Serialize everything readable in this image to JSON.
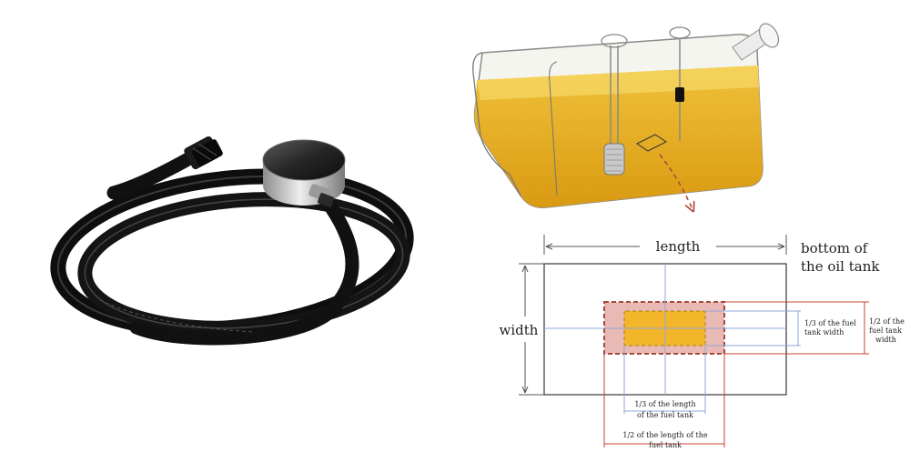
{
  "diagram": {
    "labels": {
      "length": "length",
      "width": "width",
      "bottom_line1": "bottom of",
      "bottom_line2": "the oil tank",
      "third_width_line1": "1/3 of the fuel",
      "third_width_line2": "tank width",
      "half_width_line1": "1/2 of the",
      "half_width_line2": "fuel tank",
      "half_width_line3": "width",
      "third_length_line1": "1/3 of the length",
      "third_length_line2": "of the fuel tank",
      "half_length_line1": "1/2 of the length of the",
      "half_length_line2": "fuel tank"
    },
    "colors": {
      "fuel": "#f3b52a",
      "fuel_light": "#f7d35c",
      "zone_outer": "#e7b9b6",
      "zone_border": "#a34a3a",
      "arrow": "#b0463a",
      "guide_blue": "#8fa6d8",
      "dim_red": "#c8432f"
    }
  },
  "photo": {
    "device": "ultrasonic fuel level sensor with cable",
    "icons": [
      "sensor-puck-icon",
      "cable-coil-icon",
      "connector-plug-icon"
    ]
  }
}
